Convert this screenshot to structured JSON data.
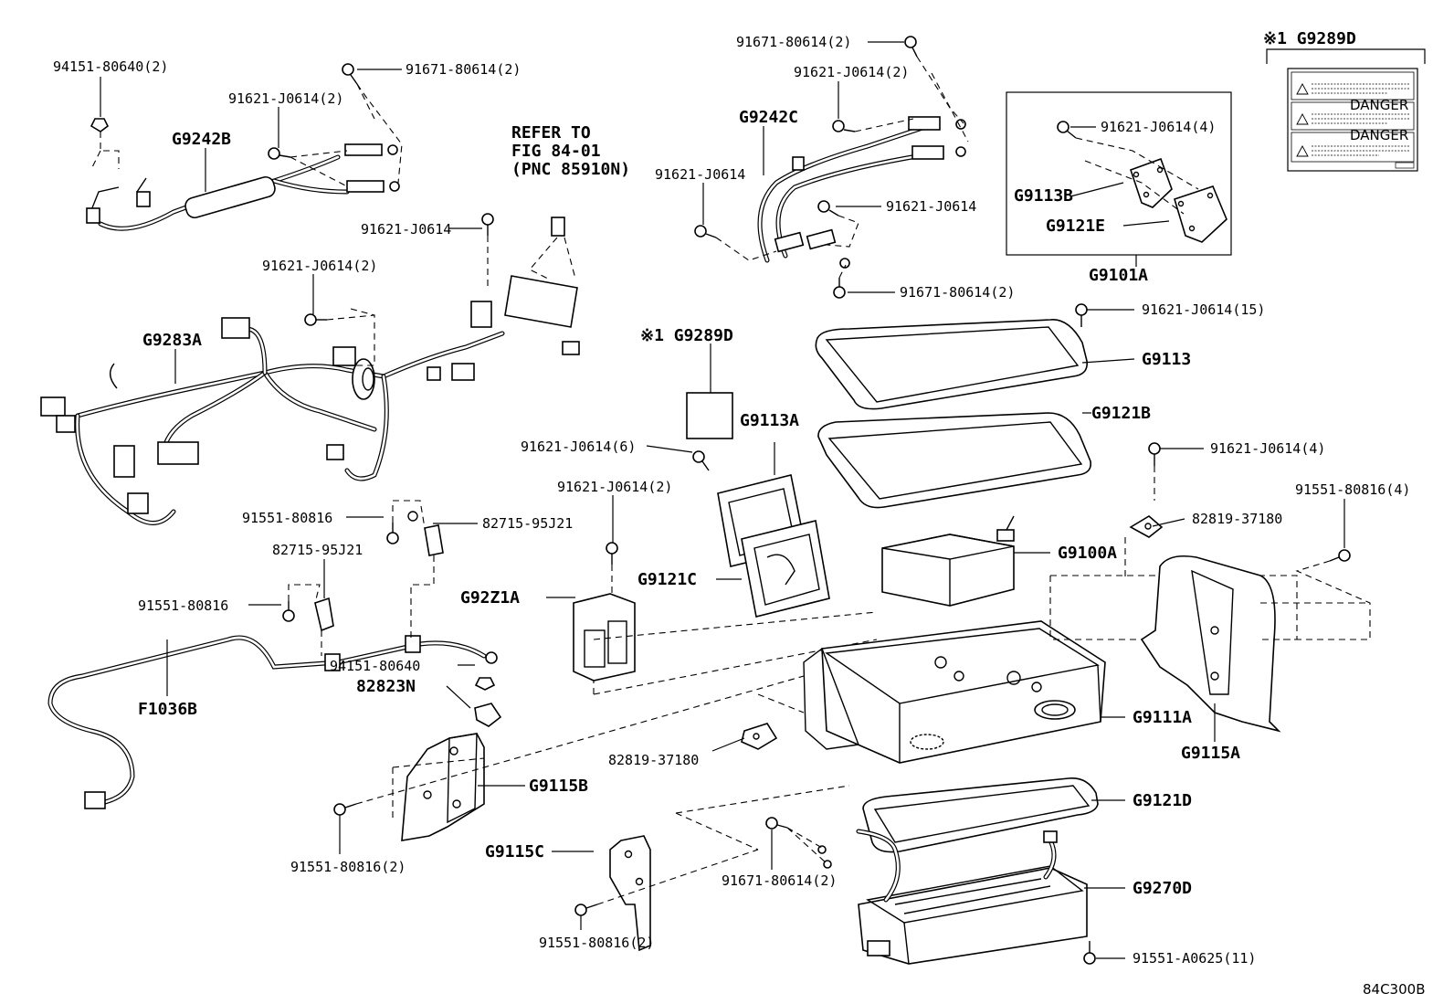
{
  "figure_code": "84C300B",
  "refer": {
    "line1": "REFER TO",
    "line2": "FIG 84-01",
    "line3": "(PNC 85910N)"
  },
  "label_sticker": {
    "mark": "※1",
    "code": "G9289D",
    "rows": [
      "",
      "DANGER",
      "DANGER"
    ]
  },
  "callouts": {
    "c1": "94151-80640(2)",
    "c2": "91671-80614(2)",
    "c3": "91621-J0614(2)",
    "c4": "G9242B",
    "c5": "91621-J0614",
    "c6": "91621-J0614(2)",
    "c7": "G9283A",
    "c8": "91551-80816",
    "c9": "82715-95J21",
    "c10": "82715-95J21",
    "c11": "91551-80816",
    "c12": "94151-80640",
    "c13": "82823N",
    "c14": "F1036B",
    "c15": "G9115B",
    "c16": "91551-80816(2)",
    "c17": "91671-80614(2)",
    "c18": "91621-J0614(2)",
    "c19": "G9242C",
    "c20": "91621-J0614",
    "c21": "91621-J0614",
    "c22": "91671-80614(2)",
    "c23": "91621-J0614(4)",
    "c24": "G9113B",
    "c25": "G9121E",
    "c26": "G9101A",
    "c27": "※1 G9289D",
    "c28": "91621-J0614(6)",
    "c29": "G9113A",
    "c30": "91621-J0614(2)",
    "c31": "G9121C",
    "c32": "G92Z1A",
    "c33": "82819-37180",
    "c34": "G9115C",
    "c35": "91551-80816(2)",
    "c36": "91621-J0614(15)",
    "c37": "G9113",
    "c38": "G9121B",
    "c39": "91621-J0614(4)",
    "c40": "82819-37180",
    "c41": "G9100A",
    "c42": "91551-80816(4)",
    "c43": "G9111A",
    "c44": "G9115A",
    "c45": "G9121D",
    "c46": "91671-80614(2)",
    "c47": "G9270D",
    "c48": "91551-A0625(11)"
  }
}
